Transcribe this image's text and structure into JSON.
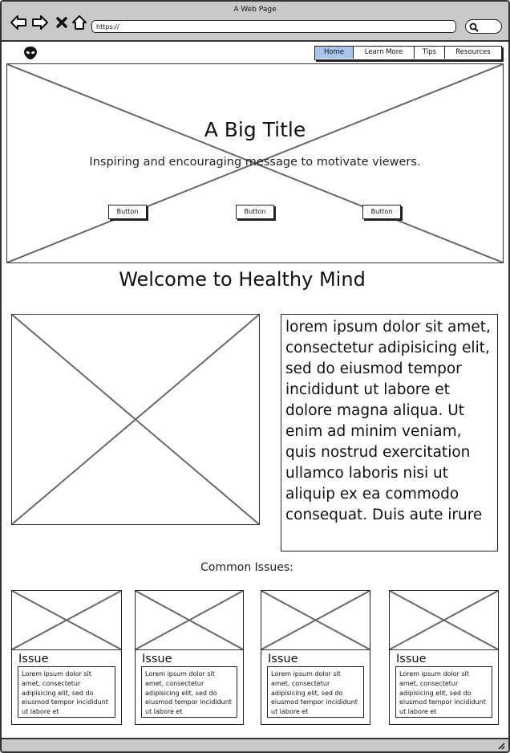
{
  "window": {
    "title": "A Web Page"
  },
  "browser": {
    "url": "https://",
    "icons": [
      "back-icon",
      "forward-icon",
      "close-icon",
      "home-icon",
      "search-icon"
    ]
  },
  "nav": {
    "tabs": [
      {
        "label": "Home",
        "active": true
      },
      {
        "label": "Learn More",
        "active": false
      },
      {
        "label": "Tips",
        "active": false
      },
      {
        "label": "Resources",
        "active": false
      }
    ]
  },
  "hero": {
    "title": "A Big Title",
    "message": "Inspiring and encouraging message to motivate viewers.",
    "buttons": [
      "Button",
      "Button",
      "Button"
    ]
  },
  "welcome": {
    "heading": "Welcome to Healthy Mind"
  },
  "intro": {
    "text": "lorem ipsum dolor sit amet, consectetur adipisicing elit, sed do eiusmod tempor incididunt ut labore et dolore magna aliqua. Ut enim ad minim veniam, quis nostrud exercitation ullamco laboris nisi ut aliquip ex ea commodo consequat. Duis aute irure"
  },
  "issues": {
    "heading": "Common Issues:",
    "cards": [
      {
        "title": "Issue",
        "text": "Lorem ipsum dolor sit amet, consectetur adipisicing elit, sed do eiusmod tempor incididunt ut labore et"
      },
      {
        "title": "Issue",
        "text": "Lorem ipsum dolor sit amet, consectetur adipisicing elit, sed do eiusmod tempor incididunt ut labore et"
      },
      {
        "title": "Issue",
        "text": "Lorem ipsum dolor sit amet, consectetur adipisicing elit, sed do eiusmod tempor incididunt ut labore et"
      },
      {
        "title": "Issue",
        "text": "Lorem ipsum dolor sit amet, consectetur adipisicing elit, sed do eiusmod tempor incididunt ut labore et"
      }
    ]
  },
  "colors": {
    "chrome": "#c9c9c9",
    "active_tab": "#a9c4eb",
    "stroke": "#222222"
  }
}
